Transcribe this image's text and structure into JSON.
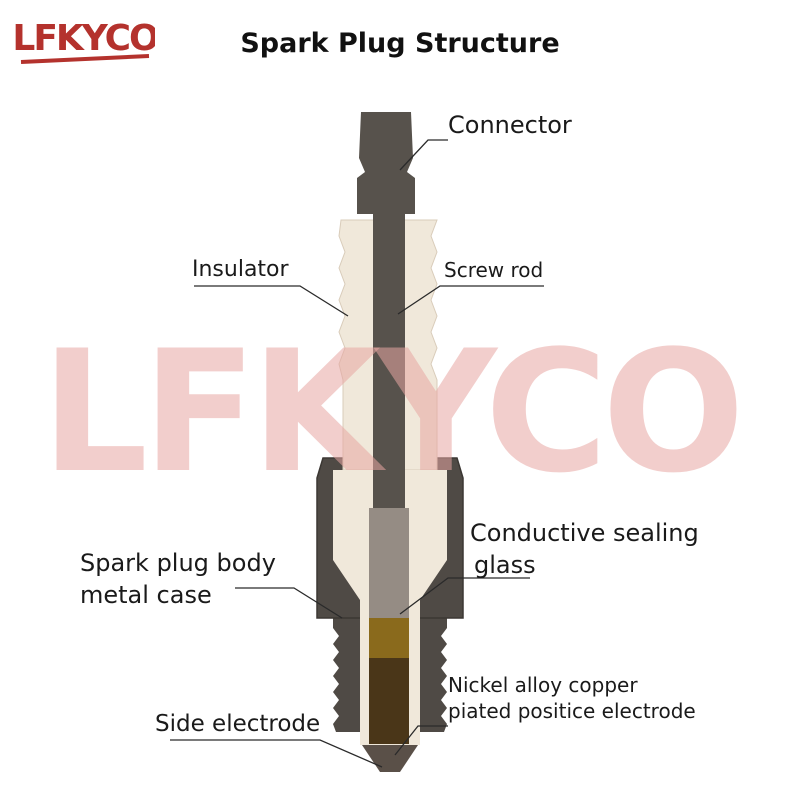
{
  "title": "Spark Plug Structure",
  "logo": {
    "text": "LFKYCO",
    "color": "#b4322d"
  },
  "watermark": {
    "text": "LFKYCO",
    "color": "#e8a6a2"
  },
  "labels": {
    "connector": "Connector",
    "insulator": "Insulator",
    "screw_rod": "Screw rod",
    "sealing_glass_line1": "Conductive sealing",
    "sealing_glass_line2": "glass",
    "body_line1": "Spark plug body",
    "body_line2": "metal case",
    "nickel_line1": "Nickel alloy copper",
    "nickel_line2": "piated positice electrode",
    "side_electrode": "Side electrode"
  },
  "colors": {
    "metal_dark": "#4f4a45",
    "metal_edge": "#3b3733",
    "insulator": "#f0e8da",
    "rod": "#57524c",
    "sealing_glass": "#958c84",
    "sealing_band": "#8a6a1c",
    "electrode_core": "#4a3618"
  }
}
